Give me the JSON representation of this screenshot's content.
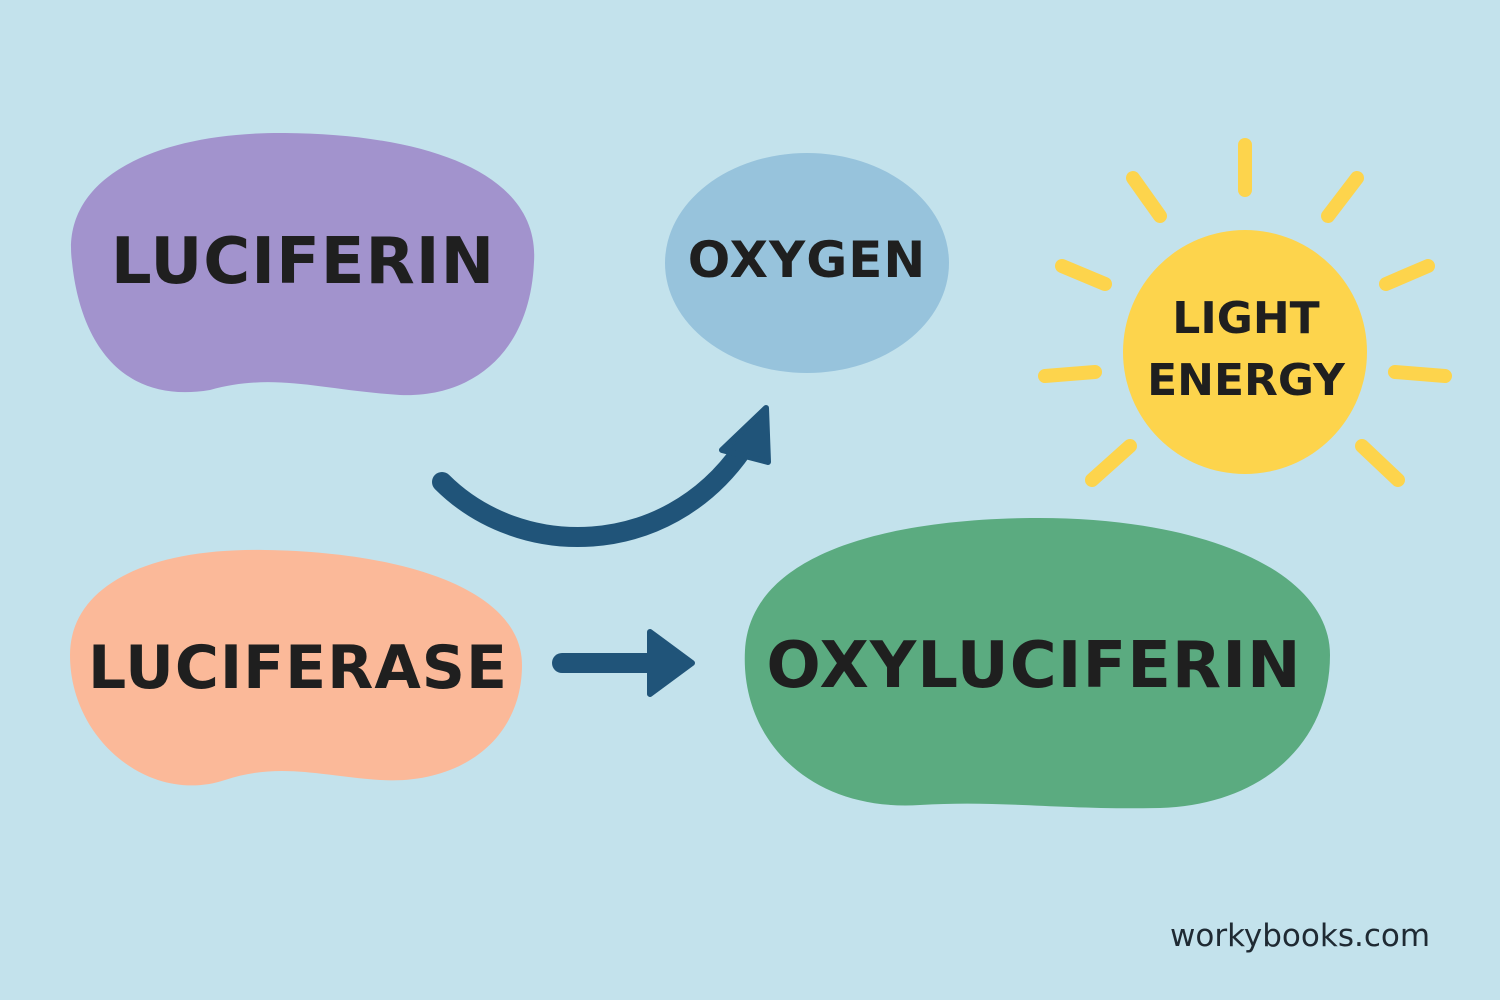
{
  "colors": {
    "background": "#c3e2ec",
    "luciferin": "#a293cd",
    "oxygen": "#97c3dc",
    "luciferase": "#fbb999",
    "oxyluciferin": "#5bab80",
    "sun": "#fdd44c",
    "arrow": "#205479",
    "text": "#1f1f1f"
  },
  "nodes": {
    "luciferin": "LUCIFERIN",
    "oxygen": "OXYGEN",
    "luciferase": "LUCIFERASE",
    "oxyluciferin": "OXYLUCIFERIN",
    "light_energy_line1": "LIGHT",
    "light_energy_line2": "ENERGY"
  },
  "icons": {
    "sun": "sun-icon",
    "curved_arrow": "curved-arrow-icon",
    "straight_arrow": "arrow-right-icon"
  },
  "watermark": "workybooks.com"
}
